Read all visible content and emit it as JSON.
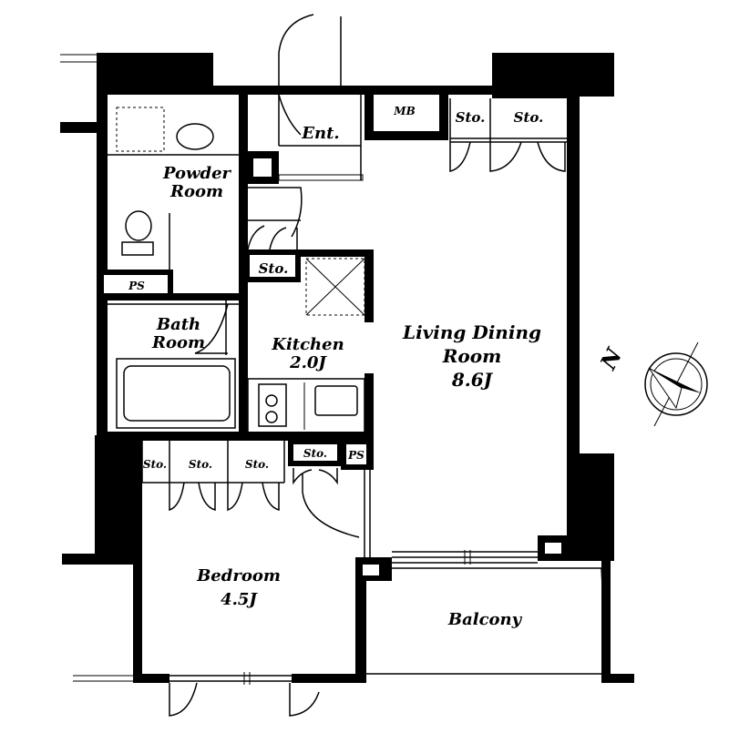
{
  "rooms": {
    "entrance": "Ent.",
    "meter_box": "MB",
    "storage": "Sto.",
    "pipe_space": "PS",
    "powder_room_line1": "Powder",
    "powder_room_line2": "Room",
    "bath_room_line1": "Bath",
    "bath_room_line2": "Room",
    "kitchen": "Kitchen",
    "kitchen_size": "2.0J",
    "living_line1": "Living Dining",
    "living_line2": "Room",
    "living_size": "8.6J",
    "bedroom": "Bedroom",
    "bedroom_size": "4.5J",
    "balcony": "Balcony"
  },
  "compass": {
    "label": "N",
    "icon": "compass-icon"
  },
  "colors": {
    "wall": "#000000",
    "background": "#ffffff"
  }
}
